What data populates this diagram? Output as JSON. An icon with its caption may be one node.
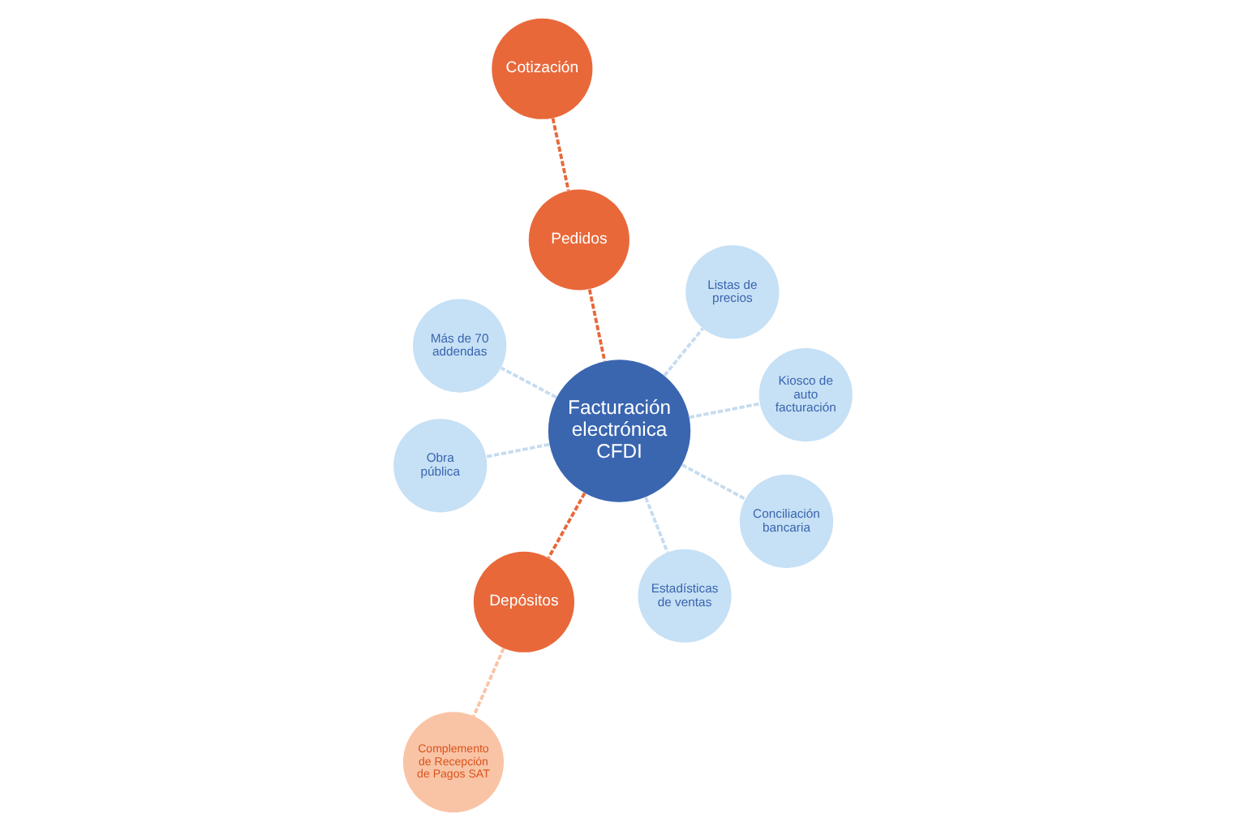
{
  "diagram": {
    "nodes": [
      {
        "text": [
          "Más de 70 addendas"
        ]
      },
      {
        "text": [
          "Listas de precios"
        ]
      },
      {
        "text": [
          "Estadísticas de ventas"
        ]
      },
      {
        "text": [
          "Cotización"
        ]
      },
      {
        "text": [
          "Pedidos"
        ]
      },
      {
        "text": [
          "Facturación electrónica CFDI"
        ]
      },
      {
        "text": [
          "Depósitos"
        ]
      },
      {
        "text": [
          "Kiosco de auto facturación"
        ]
      },
      {
        "text": [
          "Obra pública"
        ]
      },
      {
        "text": [
          "Complemento de Recepción de Pagos SAT"
        ]
      },
      {
        "text": [
          "Conciliación bancaria"
        ]
      }
    ],
    "edges": [
      {
        "from": 3,
        "to": 4,
        "arrow": "none",
        "style": "dashed",
        "color": "#e8683a"
      },
      {
        "from": 4,
        "to": 5,
        "arrow": "none",
        "style": "dashed",
        "color": "#e8683a"
      },
      {
        "from": 5,
        "to": 6,
        "arrow": "none",
        "style": "dashed",
        "color": "#e8683a"
      },
      {
        "from": 6,
        "to": 9,
        "arrow": "none",
        "style": "dashed",
        "color": "#f9c4a6"
      },
      {
        "from": 5,
        "to": 0,
        "arrow": "none",
        "style": "dashed"
      },
      {
        "from": 5,
        "to": 1,
        "arrow": "none",
        "style": "dashed"
      },
      {
        "from": 5,
        "to": 2,
        "arrow": "none",
        "style": "dashed"
      },
      {
        "from": 5,
        "to": 7,
        "arrow": "none",
        "style": "dashed"
      },
      {
        "from": 5,
        "to": 8,
        "arrow": "none",
        "style": "dashed"
      },
      {
        "from": 5,
        "to": 10,
        "arrow": "none",
        "style": "dashed"
      }
    ]
  }
}
